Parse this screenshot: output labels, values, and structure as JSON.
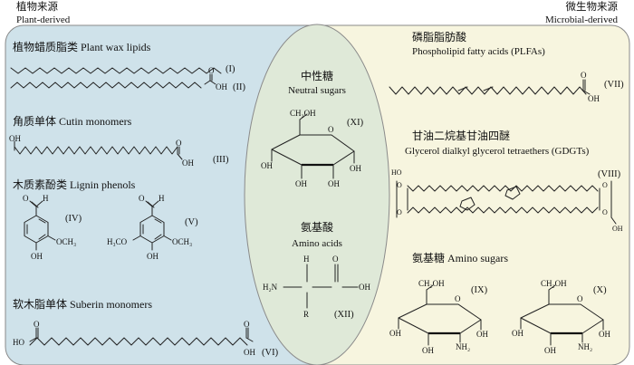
{
  "colors": {
    "plant_fill": "#cfe2ea",
    "microbial_fill": "#f7f5df",
    "overlap_fill": "#dfe9d8",
    "outline": "#8a8a8a"
  },
  "header": {
    "plant_cn": "植物来源",
    "plant_en": "Plant-derived",
    "microbial_cn": "微生物来源",
    "microbial_en": "Microbial-derived"
  },
  "plant": {
    "wax_title": "植物蜡质脂类 Plant wax lipids",
    "wax_1": "(I)",
    "wax_2": "(II)",
    "cutin_title": "角质单体 Cutin monomers",
    "cutin_id": "(III)",
    "lignin_title": "木质素酚类 Lignin phenols",
    "lignin_1": "(IV)",
    "lignin_2": "(V)",
    "suberin_title": "软木脂单体 Suberin monomers",
    "suberin_id": "(VI)"
  },
  "shared": {
    "sugars_cn": "中性糖",
    "sugars_en": "Neutral sugars",
    "sugars_id": "(XI)",
    "amino_cn": "氨基酸",
    "amino_en": "Amino acids",
    "amino_id": "(XII)"
  },
  "microbial": {
    "plfa_cn": "磷脂脂肪酸",
    "plfa_en": "Phospholipid fatty acids (PLFAs)",
    "plfa_id": "(VII)",
    "gdgt_cn": "甘油二烷基甘油四醚",
    "gdgt_en": "Glycerol dialkyl glycerol tetraethers (GDGTs)",
    "gdgt_id": "(VIII)",
    "aminosugar_title": "氨基糖 Amino sugars",
    "aminosugar_1": "(IX)",
    "aminosugar_2": "(X)"
  },
  "atoms": {
    "oh": "OH",
    "o": "O",
    "h": "H",
    "n": "N",
    "r": "R",
    "h2n": "H₂N",
    "nh2": "NH₂",
    "och3": "OCH₃",
    "h3co": "H₃CO",
    "ho": "HO",
    "ch2oh": "CH₂OH"
  }
}
